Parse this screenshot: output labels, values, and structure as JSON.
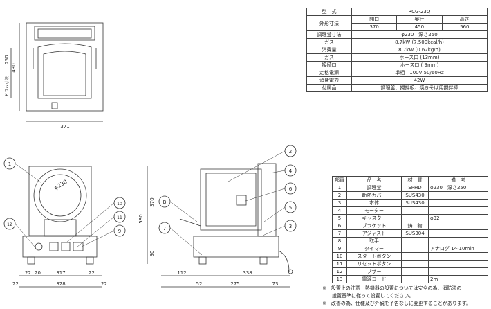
{
  "spec": {
    "h_model": "型　式",
    "model": "RCG-23Q",
    "h_outer": "外形寸法",
    "h_w": "間口",
    "h_d": "奥行",
    "h_h": "高さ",
    "w": "370",
    "d": "450",
    "h": "560",
    "h_pan": "調理釜寸法",
    "pan": "φ230　深さ250",
    "h_gas_a": "ガス",
    "h_gas_b": "消費量",
    "gas1": "8.7kW (7,500kcal/h)",
    "gas2": "8.7kW (0.62kg/h)",
    "h_conn_a": "ガス",
    "h_conn_b": "接続口",
    "conn1": "ホース口 (13mm)",
    "conn2": "ホース口 ( 9mm)",
    "h_power": "定格電源",
    "power": "単相　100V 50/60Hz",
    "h_watt": "消費電力",
    "watt": "42W",
    "h_acc": "付属品",
    "acc": "調理釜、攪拌板、焼きそば用攪拌棒"
  },
  "parts": {
    "h_no": "部番",
    "h_name": "品　名",
    "h_mat": "材　質",
    "h_note": "備　考",
    "rows": [
      {
        "no": "1",
        "name": "調理釜",
        "mat": "SPHD",
        "note": "φ230　深さ250"
      },
      {
        "no": "2",
        "name": "断熱カバー",
        "mat": "SUS430",
        "note": ""
      },
      {
        "no": "3",
        "name": "本体",
        "mat": "SUS430",
        "note": ""
      },
      {
        "no": "4",
        "name": "モーター",
        "mat": "",
        "note": ""
      },
      {
        "no": "5",
        "name": "キャスター",
        "mat": "",
        "note": "φ32"
      },
      {
        "no": "6",
        "name": "ブラケット",
        "mat": "鋳　物",
        "note": ""
      },
      {
        "no": "7",
        "name": "アジャスト",
        "mat": "SUS304",
        "note": ""
      },
      {
        "no": "8",
        "name": "取手",
        "mat": "",
        "note": ""
      },
      {
        "no": "9",
        "name": "タイマー",
        "mat": "",
        "note": "アナログ 1〜10min"
      },
      {
        "no": "10",
        "name": "スタートボタン",
        "mat": "",
        "note": ""
      },
      {
        "no": "11",
        "name": "リセットボタン",
        "mat": "",
        "note": ""
      },
      {
        "no": "12",
        "name": "ブザー",
        "mat": "",
        "note": ""
      },
      {
        "no": "13",
        "name": "電源コード",
        "mat": "",
        "note": "2m"
      }
    ]
  },
  "notes": {
    "n1": "※　設置上の注意　熱機器の設置については安全の為、消防法の",
    "n2": "　　設置基準に従って設置してください。",
    "n3": "※　改善の為、仕様及び外観を予告なしに変更することがあります。"
  },
  "dims": {
    "top_w": "371",
    "top_h": "430",
    "top_250": "250",
    "top_drum": "ドラム寸法",
    "f_phi": "φ230",
    "f_22a": "22",
    "f_20": "20",
    "f_317": "317",
    "f_22b": "22",
    "f_22c": "22",
    "f_328": "328",
    "f_22d": "22",
    "s_370": "370",
    "s_580": "580",
    "s_90": "90",
    "s_112": "112",
    "s_338": "338",
    "s_52": "52",
    "s_275": "275",
    "s_73": "73"
  },
  "callouts": {
    "c1": "1",
    "c2": "2",
    "c3": "3",
    "c4": "4",
    "c5": "5",
    "c6": "6",
    "c7": "7",
    "c8": "B",
    "c9": "9",
    "c10": "10",
    "c11": "11",
    "c12": "12"
  }
}
